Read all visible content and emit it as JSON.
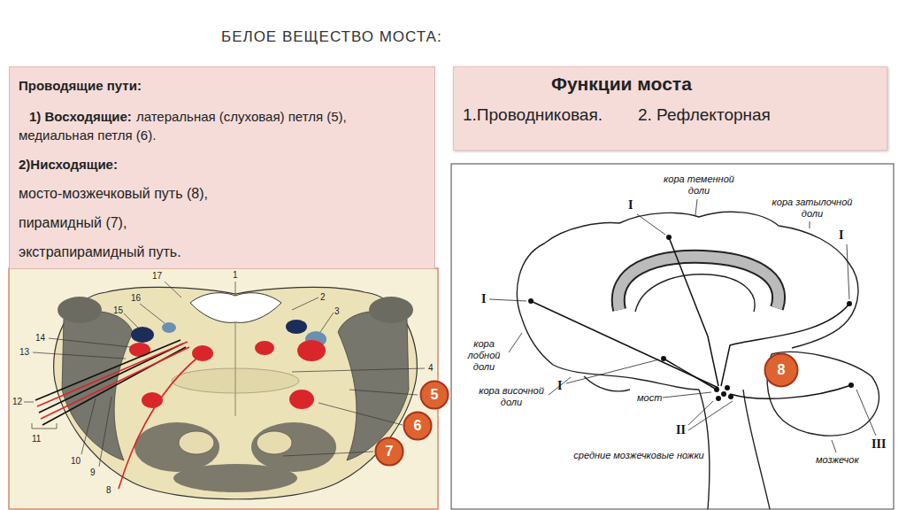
{
  "diagram": {
    "title": "БЕЛОЕ ВЕЩЕСТВО МОСТА:",
    "nodes": [
      {
        "text": [
          "Проводящие пути:",
          "1) Восходящие:",
          "латеральная (слуховая) петля (5), медиальная петля (6).",
          "2)Нисходящие:",
          "мосто-мозжечковый путь (8),",
          "пирамидный (7),",
          "экстрапирамидный путь."
        ]
      },
      {
        "text": [
          "Функции моста",
          "1.Проводниковая.",
          "2. Рефлекторная"
        ]
      },
      {
        "text": [
          "5"
        ]
      },
      {
        "text": [
          "6"
        ]
      },
      {
        "text": [
          "7"
        ]
      },
      {
        "text": [
          "8"
        ]
      }
    ],
    "labels": [
      "17",
      "1",
      "2",
      "16",
      "3",
      "15",
      "14",
      "13",
      "4",
      "12",
      "11",
      "10",
      "9",
      "8",
      "кора теменной доли",
      "I",
      "кора затылочной доли",
      "I",
      "I",
      "кора лобной доли",
      "I",
      "кора височной доли",
      "мост",
      "II",
      "средние мозжечковые ножки",
      "мозжечок",
      "III"
    ]
  }
}
